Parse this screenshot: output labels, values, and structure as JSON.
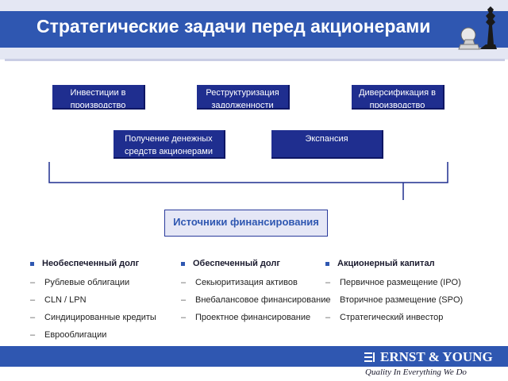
{
  "header": {
    "title": "Стратегические задачи перед акционерами"
  },
  "tasks": [
    {
      "label": "Инвестиции в производство"
    },
    {
      "label": "Реструктуризация задолженности"
    },
    {
      "label": "Диверсификация в производство"
    },
    {
      "label": "Получение денежных средств акционерами"
    },
    {
      "label": "Экспансия"
    }
  ],
  "sources": {
    "label": "Источники финансирования"
  },
  "columns": [
    {
      "heading": "Необеспеченный долг",
      "items": [
        "Рублевые облигации",
        "CLN / LPN",
        "Синдицированные кредиты",
        "Еврооблигации"
      ]
    },
    {
      "heading": "Обеспеченный долг",
      "items": [
        "Секьюритизация активов",
        "Внебалансовое финансирование",
        "Проектное финансирование"
      ]
    },
    {
      "heading": "Акционерный капитал",
      "items": [
        "Первичное размещение (IPO)",
        "Вторичное размещение (SPO)",
        "Стратегический инвестор"
      ]
    }
  ],
  "footer": {
    "brand": "ERNST & YOUNG",
    "tagline": "Quality In Everything We Do"
  },
  "colors": {
    "brand_blue": "#2f57b1",
    "box_navy": "#1f2e8f"
  },
  "icons": [
    "chess-pieces-icon",
    "ernst-young-logo-icon"
  ]
}
